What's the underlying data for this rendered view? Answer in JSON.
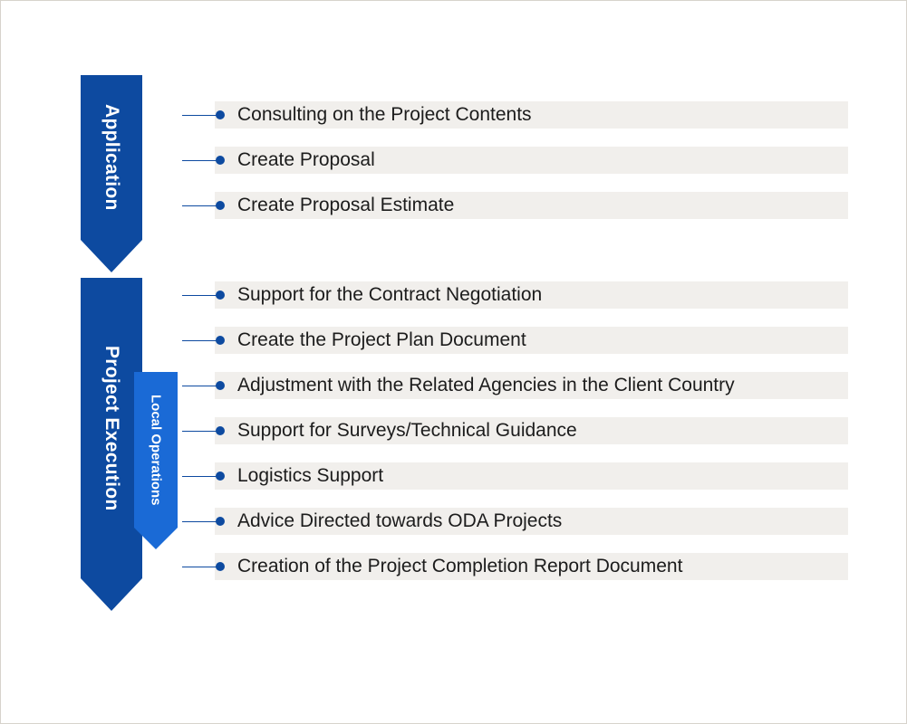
{
  "stages": [
    {
      "label": "Application"
    },
    {
      "label": "Project Execution"
    }
  ],
  "substage": {
    "label": "Local Operations"
  },
  "steps": [
    "Consulting on the Project Contents",
    "Create Proposal",
    "Create Proposal Estimate",
    "Support for the Contract Negotiation",
    "Create the Project Plan Document",
    "Adjustment with the Related Agencies in the Client Country",
    "Support for Surveys/Technical Guidance",
    "Logistics Support",
    "Advice Directed towards ODA Projects",
    "Creation of the Project Completion Report Document"
  ],
  "colors": {
    "stage": "#0d4aa0",
    "substage": "#1a6ad6",
    "step_background": "#f1efec",
    "connector": "#0d4aa0",
    "text": "#1c1c1c"
  }
}
